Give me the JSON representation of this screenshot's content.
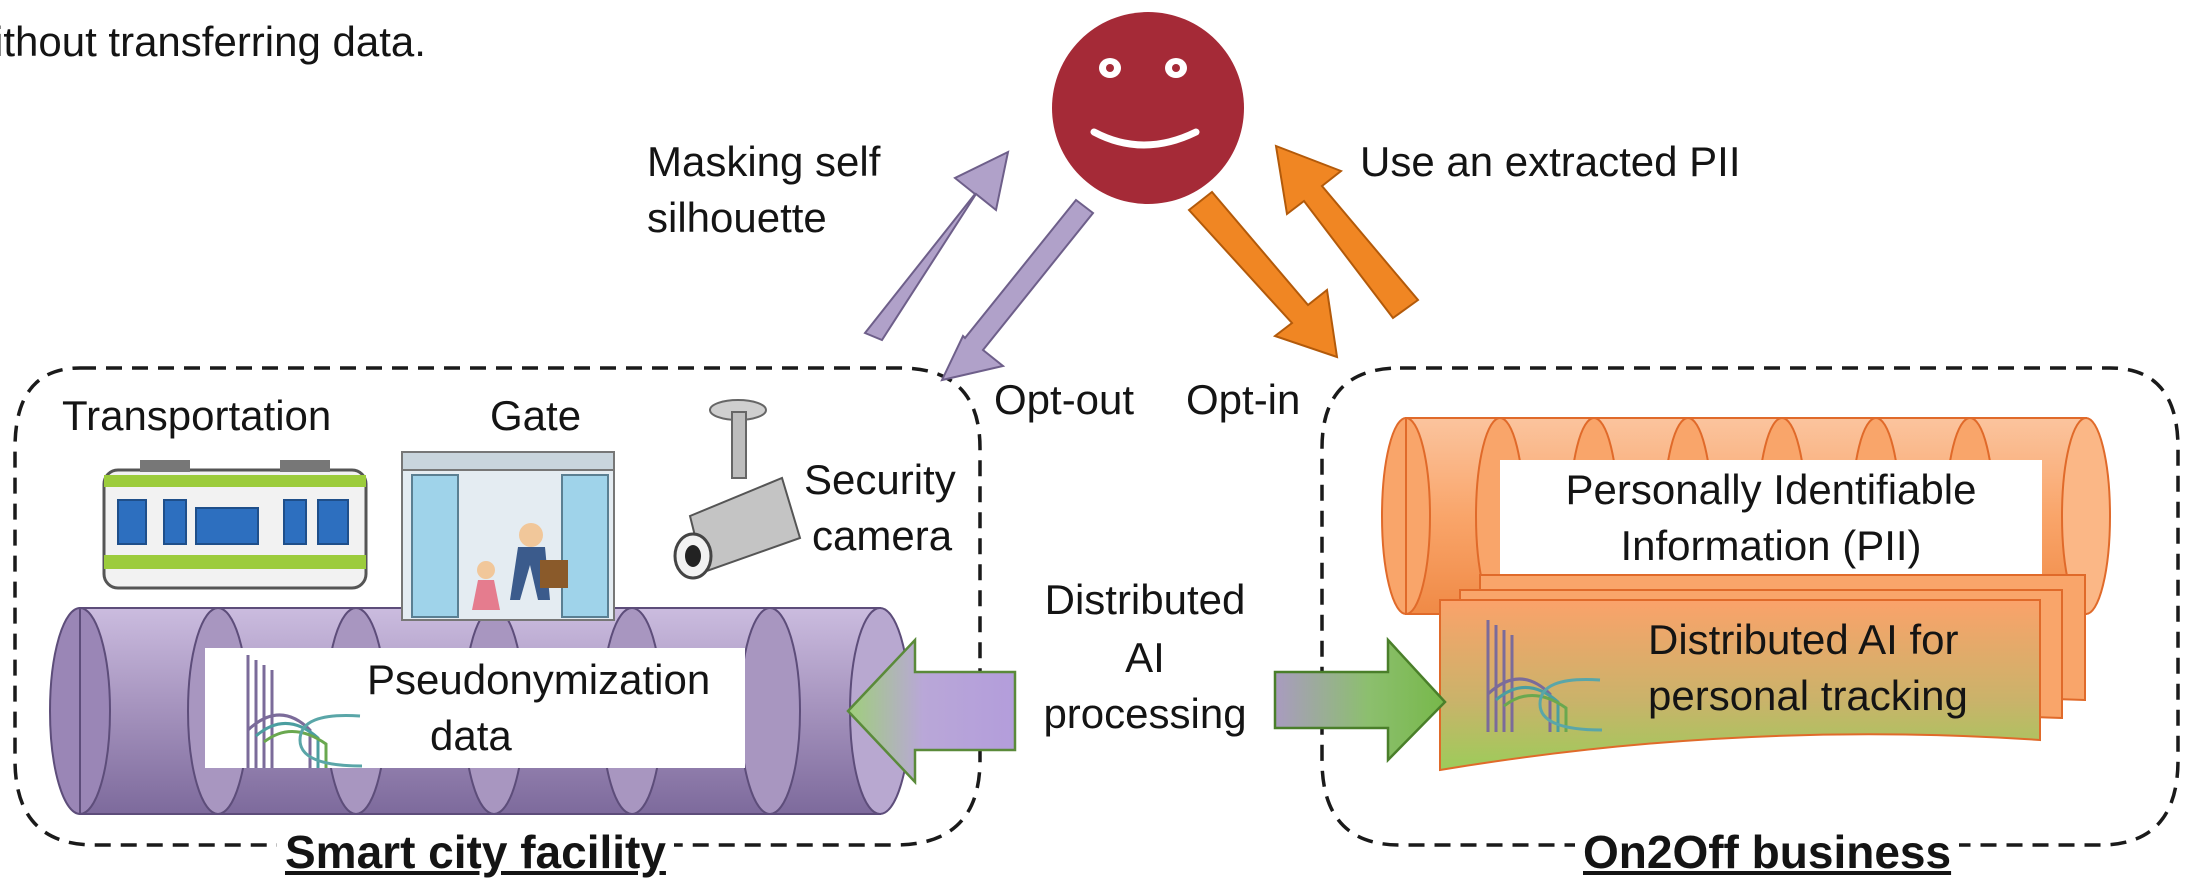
{
  "top_caption": "ithout transferring data.",
  "person": {
    "icon": "smiley-face"
  },
  "arrows": {
    "masking_label": [
      "Masking self",
      "silhouette"
    ],
    "use_pii_label": "Use an extracted PII",
    "opt_out_label": "Opt-out",
    "opt_in_label": "Opt-in",
    "distributed_label": [
      "Distributed",
      "AI",
      "processing"
    ]
  },
  "smart_city": {
    "title": "Smart city facility",
    "transportation_label": "Transportation",
    "gate_label": "Gate",
    "camera_label": [
      "Security",
      "camera"
    ],
    "data_label": [
      "Pseudonymization",
      "data"
    ],
    "icons": [
      "train-icon",
      "gate-icon",
      "security-camera-icon",
      "database-icon",
      "hc-logo-icon"
    ]
  },
  "on2off": {
    "title": "On2Off business",
    "pii_label": [
      "Personally Identifiable",
      "Information (PII)"
    ],
    "ai_label": [
      "Distributed AI for",
      "personal tracking"
    ],
    "icons": [
      "database-icon",
      "document-stack-icon",
      "hc-logo-icon"
    ]
  },
  "colors": {
    "face": "#a52a37",
    "purple_arrow": "#a99bc0",
    "orange_arrow": "#ef7d14",
    "cylinder_purple": "#a896c0",
    "cylinder_orange": "#f9a56a",
    "green": "#77b84a"
  }
}
